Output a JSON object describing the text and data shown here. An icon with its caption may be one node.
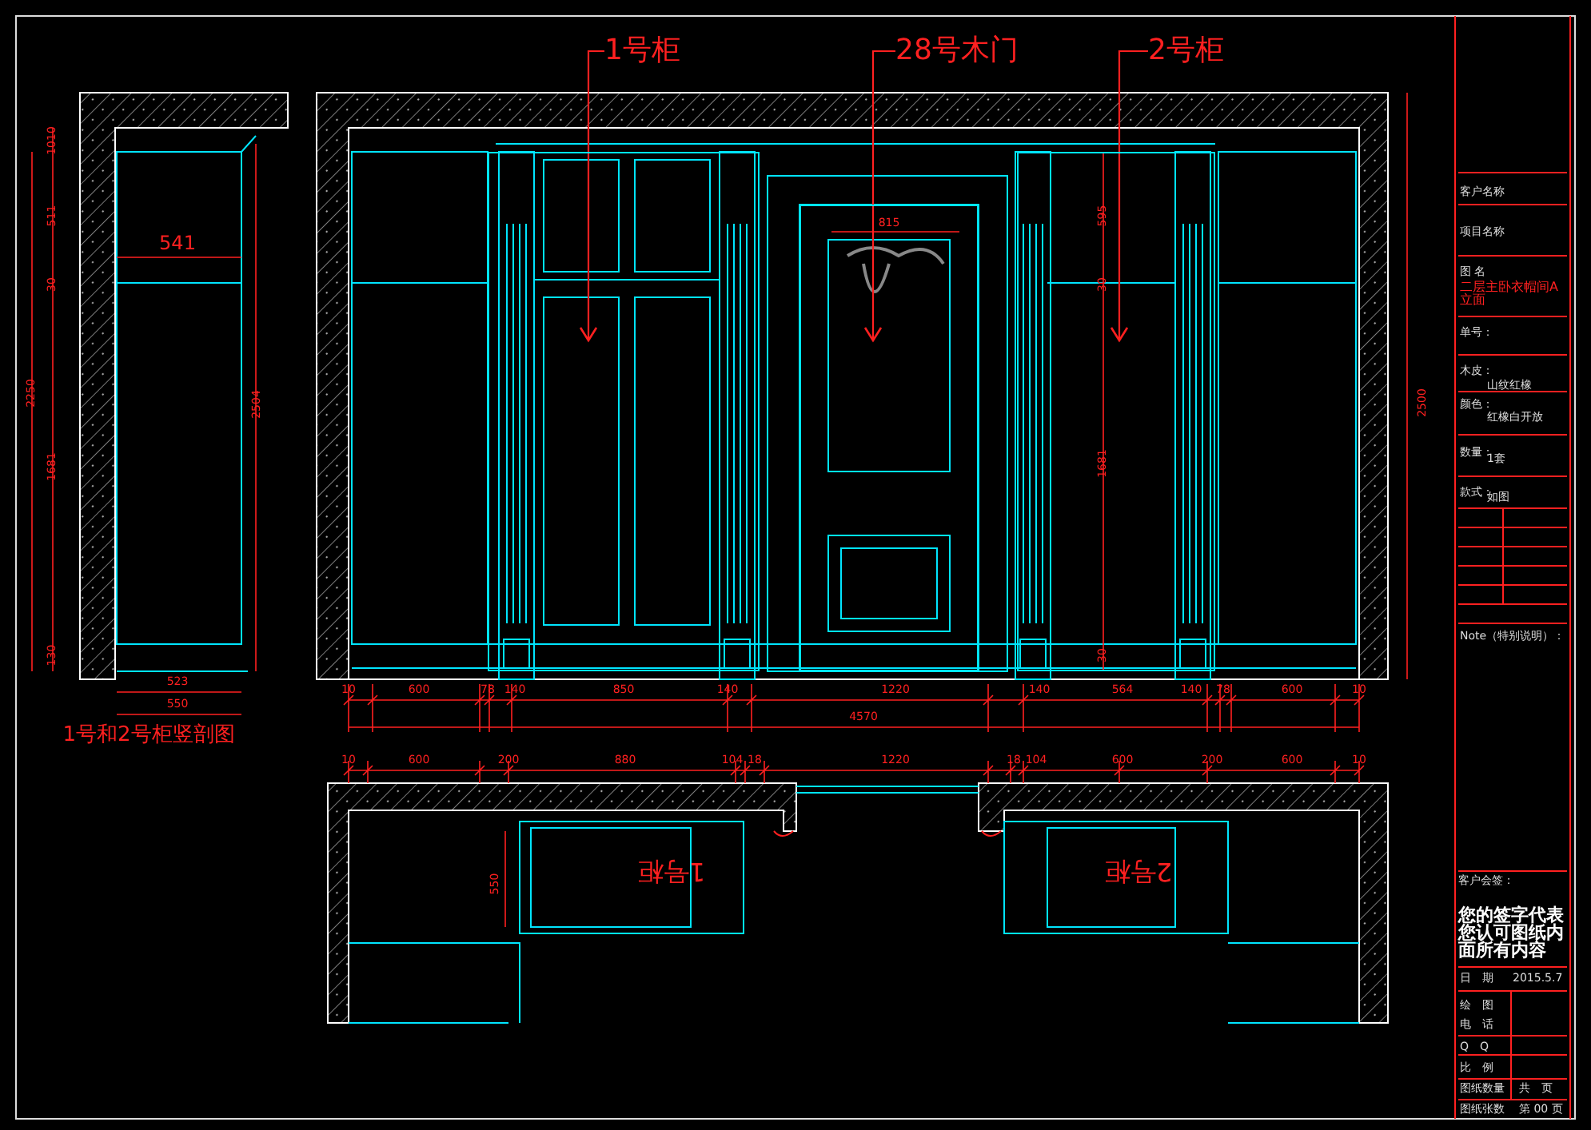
{
  "diagram": {
    "nodes": [
      {
        "text": [
          "1号柜"
        ]
      },
      {
        "text": [
          "28号木门"
        ]
      },
      {
        "text": [
          "2号柜"
        ]
      },
      {
        "text": [],
        "shape": "box"
      },
      {
        "text": [],
        "shape": "box"
      },
      {
        "text": [],
        "shape": "box"
      }
    ],
    "edges": [
      {
        "from": 0,
        "to": 3,
        "arrow": "to"
      },
      {
        "from": 1,
        "to": 4,
        "arrow": "to"
      },
      {
        "from": 2,
        "to": 5,
        "arrow": "to"
      }
    ],
    "labels": [
      "1010",
      "511",
      "541",
      "30",
      "2250",
      "2504",
      "1681",
      "130",
      "523",
      "550",
      "1号和2号柜竖剖图",
      "815",
      "595",
      "30",
      "1681",
      "30",
      "2500",
      "10",
      "600",
      "78",
      "140",
      "850",
      "140",
      "1220",
      "140",
      "564",
      "140",
      "78",
      "600",
      "10",
      "4570",
      "10",
      "600",
      "200",
      "880",
      "104",
      "18",
      "1220",
      "18",
      "104",
      "600",
      "200",
      "600",
      "10",
      "550",
      "1号柜",
      "2号柜",
      "客户名称",
      "项目名称",
      "图 名",
      "二层主卧衣帽间A立面",
      "单号：",
      "木皮：",
      "山纹红橡",
      "颜色：",
      "红橡白开放",
      "数量：",
      "1套",
      "款式：",
      "如图",
      "Note（特别说明）：",
      "客户会签：",
      "您的签字代表您认可图纸内面所有内容",
      "日　期",
      "2015.5.7",
      "绘　图",
      "电　话",
      "Q　Q",
      "比　例",
      "图纸数量",
      "共　页",
      "图纸张数",
      "第 00 页"
    ]
  }
}
